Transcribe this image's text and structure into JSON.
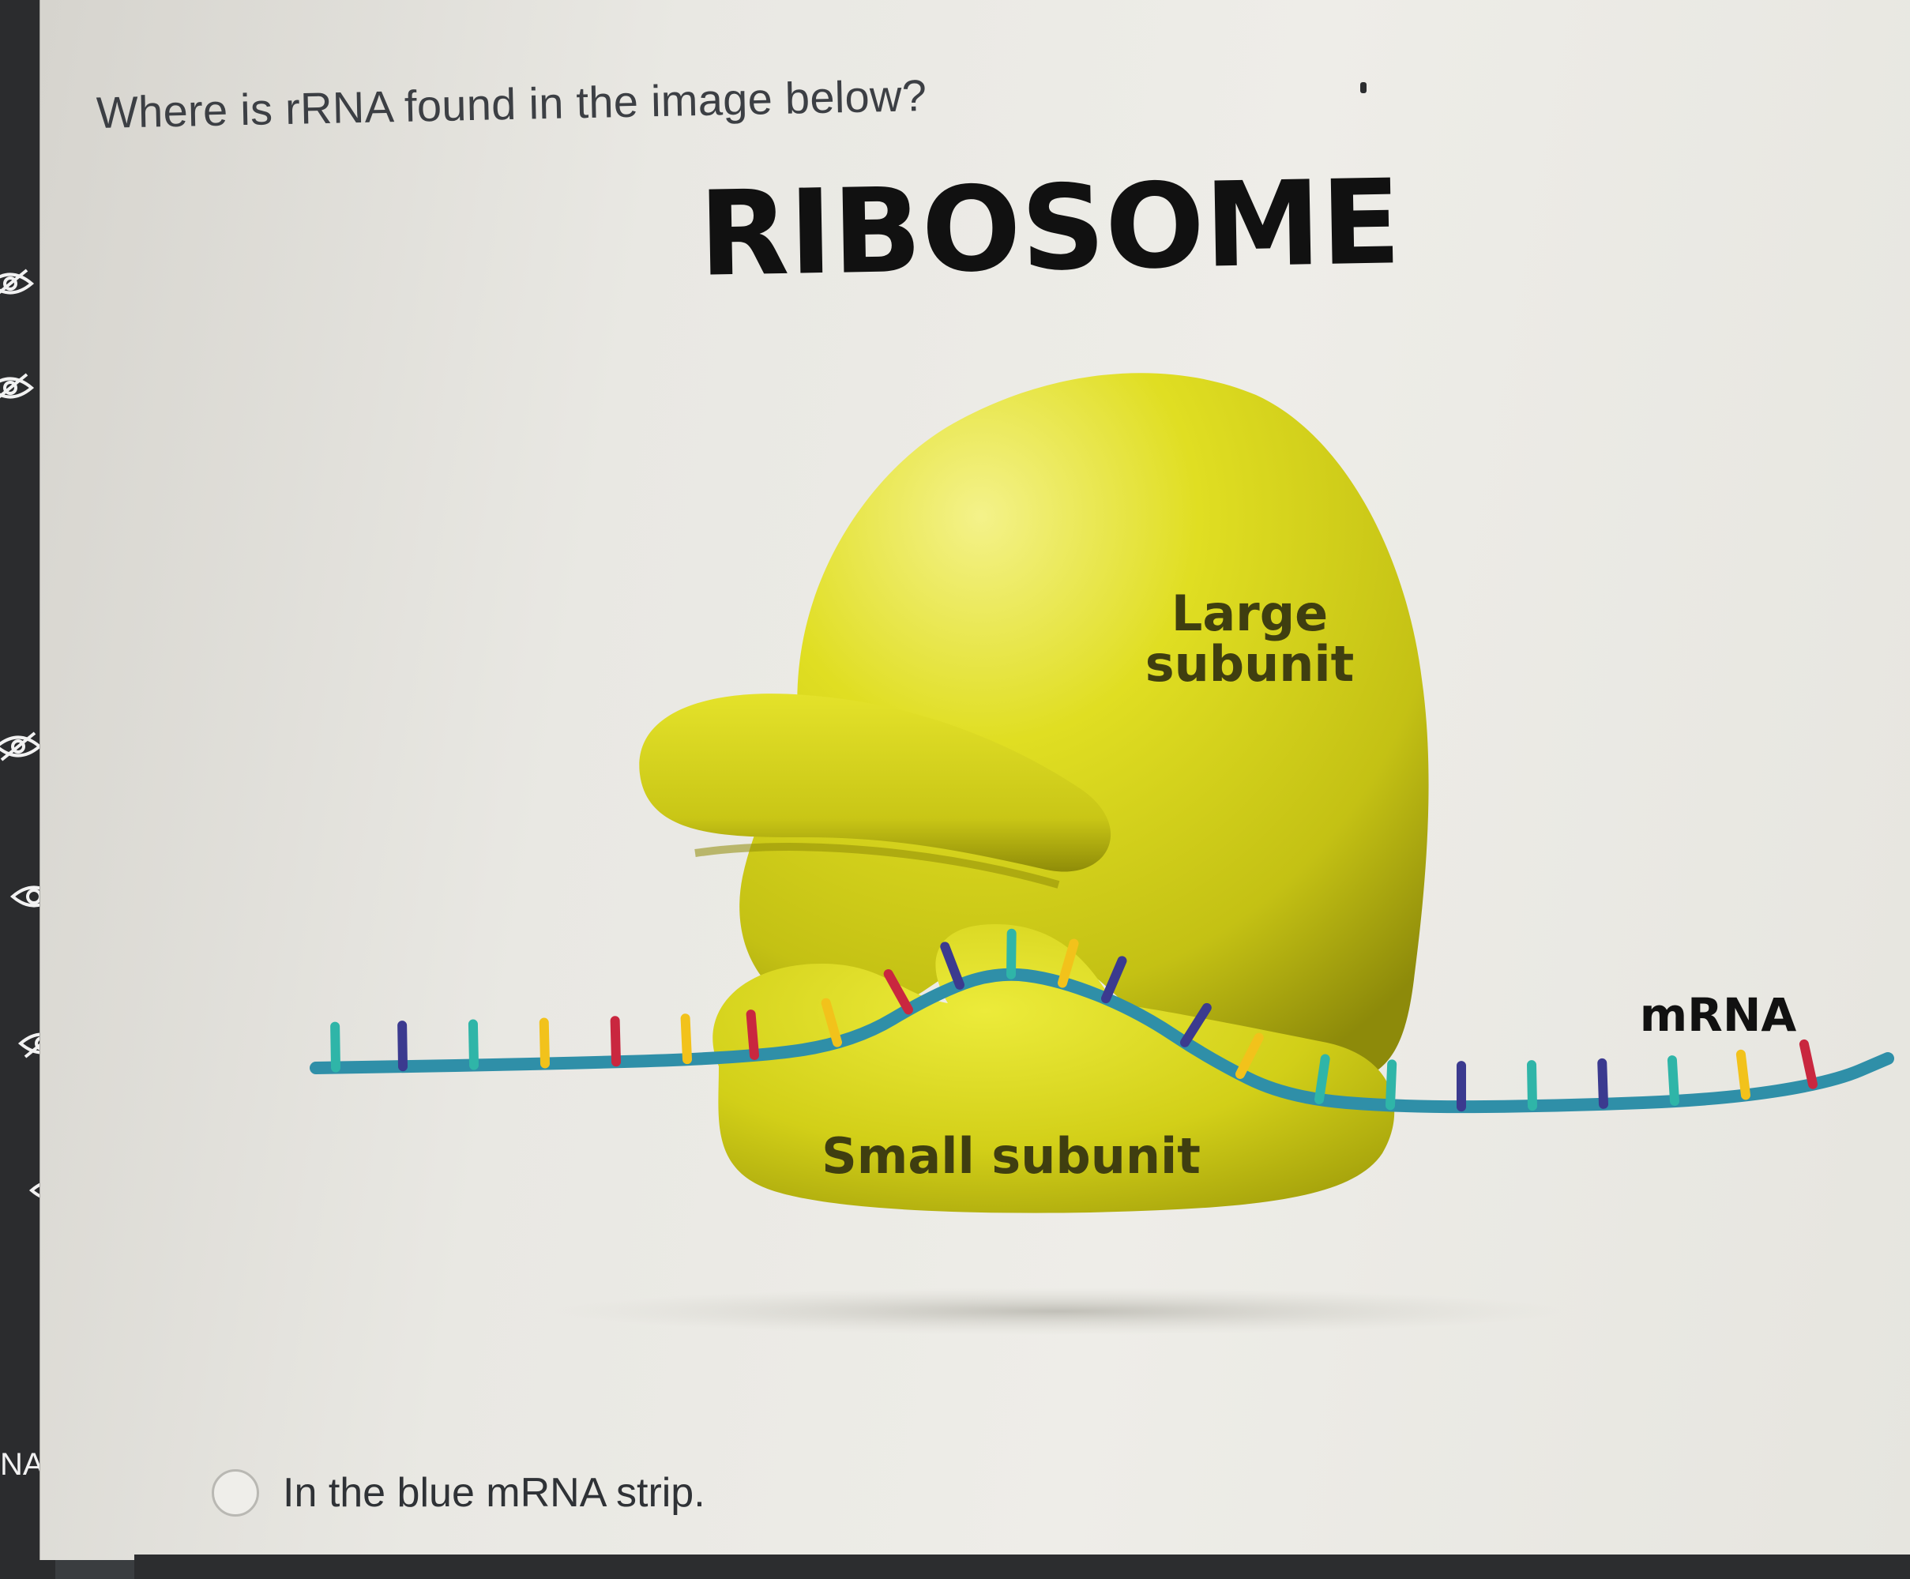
{
  "question": {
    "text": "Where is rRNA found in the image below?"
  },
  "figure": {
    "title": "RIBOSOME",
    "labels": {
      "large_subunit_line1": "Large",
      "large_subunit_line2": "subunit",
      "small_subunit": "Small subunit",
      "mrna": "mRNA"
    },
    "colors": {
      "subunit_yellow": "#d8d61a",
      "mrna_strand": "#2f8fa8",
      "base_teal": "#2fb5a8",
      "base_navy": "#3b3a8f",
      "base_yellow": "#f2c21b",
      "base_red": "#c9273f"
    }
  },
  "answers": [
    {
      "text": "In the blue mRNA strip.",
      "selected": false
    }
  ],
  "sidebar": {
    "na_label": "NA",
    "icons": [
      "eye-slash-icon",
      "eye-slash-icon",
      "eye-slash-icon",
      "eye-icon",
      "eye-slash-icon",
      "eye-icon",
      "eye-icon",
      "eye-slash-icon"
    ]
  }
}
